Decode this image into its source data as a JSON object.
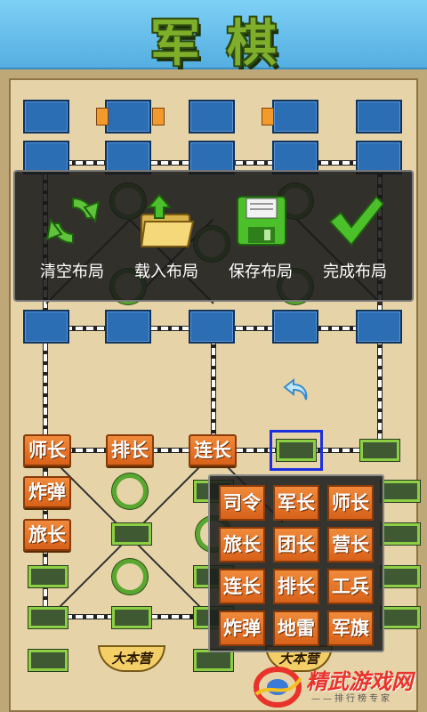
{
  "header": {
    "title": "军棋"
  },
  "layout_menu": {
    "items": [
      {
        "label": "清空布局",
        "icon": "refresh-icon"
      },
      {
        "label": "载入布局",
        "icon": "folder-upload-icon"
      },
      {
        "label": "保存布局",
        "icon": "floppy-disk-icon"
      },
      {
        "label": "完成布局",
        "icon": "checkmark-icon"
      }
    ]
  },
  "board": {
    "placed_pieces": [
      {
        "label": "师长"
      },
      {
        "label": "排长"
      },
      {
        "label": "连长"
      },
      {
        "label": "炸弹"
      },
      {
        "label": "旅长"
      }
    ],
    "headquarters": [
      "大本营",
      "大本营"
    ]
  },
  "piece_picker": {
    "options": [
      "司令",
      "军长",
      "师长",
      "旅长",
      "团长",
      "营长",
      "连长",
      "排长",
      "工兵",
      "炸弹",
      "地雷",
      "军旗"
    ]
  },
  "watermark": {
    "text": "精武游戏网",
    "subtext": "——排行榜专家"
  },
  "colors": {
    "piece": "#e8772a",
    "selection": "#1c2fe0",
    "camp": "#59a630",
    "opponent_slot": "#2c6eb4"
  }
}
